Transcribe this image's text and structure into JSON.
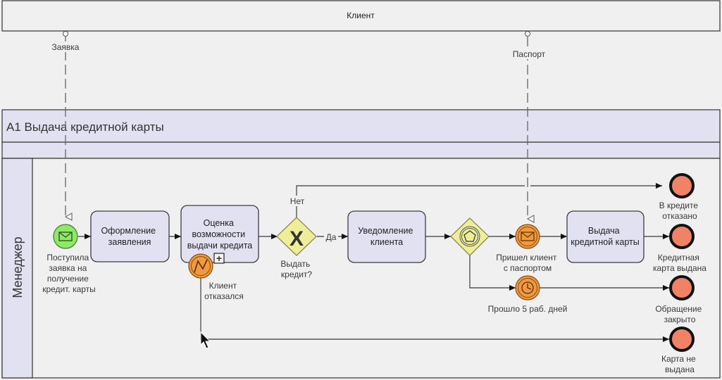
{
  "pool_client": {
    "label": "Клиент"
  },
  "pool_process": {
    "title": "A1 Выдача кредитной карты"
  },
  "lane": {
    "label": "Менеджер"
  },
  "message_flows": [
    {
      "label": "Заявка"
    },
    {
      "label": "Паспорт"
    }
  ],
  "events": {
    "start": {
      "label_lines": [
        "Поступила",
        "заявка на",
        "получение",
        "кредит. карты"
      ],
      "icon": "envelope-icon",
      "color": "#8fe86a"
    },
    "boundary_error": {
      "label_lines": [
        "Клиент",
        "отказался"
      ],
      "icon": "lightning-icon",
      "color": "#ef9a3e"
    },
    "msg_catch": {
      "label_lines": [
        "Пришел клиент",
        "с паспортом"
      ],
      "icon": "envelope-icon",
      "color": "#ef9a3e"
    },
    "timer": {
      "label_lines": [
        "Прошло 5 раб. дней"
      ],
      "icon": "clock-icon",
      "color": "#ef9a3e"
    }
  },
  "tasks": [
    {
      "label_lines": [
        "Оформление",
        "заявления"
      ]
    },
    {
      "label_lines": [
        "Оценка",
        "возможности",
        "выдачи кредита"
      ],
      "marker": "+"
    },
    {
      "label_lines": [
        "Уведомление",
        "клиента"
      ]
    },
    {
      "label_lines": [
        "Выдача",
        "кредитной карты"
      ]
    }
  ],
  "gateways": {
    "exclusive": {
      "label_lines": [
        "Выдать",
        "кредит?"
      ],
      "marker": "X",
      "yes": "Да",
      "no": "Нет"
    },
    "event_based": {
      "icon": "pentagon-icon"
    }
  },
  "end_events": [
    {
      "label_lines": [
        "В кредите",
        "отказано"
      ]
    },
    {
      "label_lines": [
        "Кредитная",
        "карта выдана"
      ]
    },
    {
      "label_lines": [
        "Обращение",
        "закрыто"
      ]
    },
    {
      "label_lines": [
        "Карта не",
        "выдана"
      ]
    }
  ],
  "colors": {
    "task_fill": "#e2e1f2",
    "gateway_fill": "#eded9a",
    "end_fill": "#f08366",
    "pool_header": "#e2e1f2"
  }
}
